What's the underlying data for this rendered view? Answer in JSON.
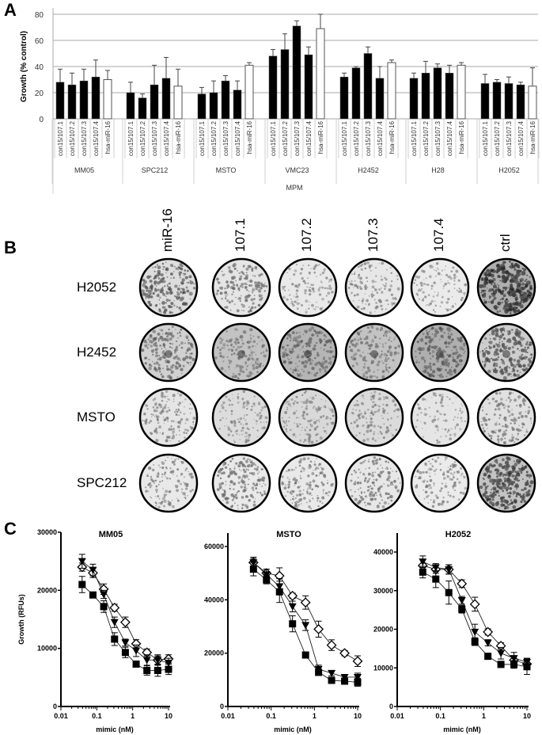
{
  "panels": {
    "a": {
      "letter": "A"
    },
    "b": {
      "letter": "B"
    },
    "c": {
      "letter": "C"
    }
  },
  "chart_data": [
    {
      "type": "bar",
      "panel": "A",
      "title": "",
      "ylabel": "Growth (% control)",
      "xlabel": "MPM",
      "ylim": [
        0,
        80
      ],
      "yticks": [
        0,
        20,
        40,
        60,
        80
      ],
      "grid": true,
      "groups": [
        {
          "name": "MM05",
          "categories": [
            "con15/107.1",
            "con15/107.2",
            "con15/107.3",
            "con15/107.4",
            "hsa-miR-16"
          ],
          "values": [
            28,
            26,
            29,
            32,
            30
          ],
          "errors": [
            10,
            9,
            9,
            13,
            7
          ]
        },
        {
          "name": "SPC212",
          "categories": [
            "con15/107.1",
            "con15/107.2",
            "con15/107.3",
            "con15/107.4",
            "hsa-miR-16"
          ],
          "values": [
            20,
            16,
            26,
            31,
            25
          ],
          "errors": [
            8,
            3,
            15,
            16,
            13
          ]
        },
        {
          "name": "MSTO",
          "categories": [
            "con15/107.1",
            "con15/107.2",
            "con15/107.3",
            "con15/107.4",
            "hsa-miR-16"
          ],
          "values": [
            19,
            20,
            29,
            22,
            41
          ],
          "errors": [
            5,
            9,
            4,
            7,
            2
          ]
        },
        {
          "name": "VMC23",
          "categories": [
            "con15/107.1",
            "con15/107.2",
            "con15/107.3",
            "con15/107.4",
            "hsa-miR-16"
          ],
          "values": [
            48,
            53,
            71,
            49,
            69
          ],
          "errors": [
            5,
            12,
            4,
            6,
            11
          ]
        },
        {
          "name": "H2452",
          "categories": [
            "con15/107.1",
            "con15/107.2",
            "con15/107.3",
            "con15/107.4",
            "hsa-miR-16"
          ],
          "values": [
            32,
            39,
            50,
            31,
            43
          ],
          "errors": [
            3,
            1,
            5,
            9,
            2
          ]
        },
        {
          "name": "H28",
          "categories": [
            "con15/107.1",
            "con15/107.2",
            "con15/107.3",
            "con15/107.4",
            "hsa-miR-16"
          ],
          "values": [
            31,
            35,
            39,
            35,
            41
          ],
          "errors": [
            4,
            9,
            3,
            6,
            2
          ]
        },
        {
          "name": "H2052",
          "categories": [
            "con15/107.1",
            "con15/107.2",
            "con15/107.3",
            "con15/107.4",
            "hsa-miR-16"
          ],
          "values": [
            27,
            28,
            27,
            26,
            25
          ],
          "errors": [
            7,
            2,
            5,
            2,
            14
          ]
        }
      ],
      "bar_colors": {
        "mimic": "#000000",
        "control": "#ffffff"
      }
    },
    {
      "type": "line",
      "panel": "C",
      "title": "MM05",
      "xlabel": "mimic (nM)",
      "ylabel": "Growth (RFUs)",
      "xscale": "log",
      "xlim": [
        0.01,
        10
      ],
      "xticks": [
        "0.01",
        "0.1",
        "1",
        "10"
      ],
      "ylim": [
        0,
        30000
      ],
      "yticks": [
        0,
        10000,
        20000,
        30000
      ],
      "x": [
        0.039,
        0.078,
        0.156,
        0.3125,
        0.625,
        1.25,
        2.5,
        5,
        10
      ],
      "series": [
        {
          "name": "open-diamond",
          "marker": "diamond-open",
          "values": [
            24000,
            23000,
            20200,
            17000,
            14500,
            10800,
            9300,
            8000,
            8200
          ],
          "errors": [
            700,
            800,
            900,
            600,
            900,
            700,
            600,
            700,
            700
          ]
        },
        {
          "name": "filled-triangle",
          "marker": "triangle-down",
          "values": [
            25000,
            23500,
            19300,
            14500,
            11000,
            9600,
            8000,
            8000,
            7500
          ],
          "errors": [
            1200,
            1000,
            700,
            900,
            600,
            1000,
            900,
            900,
            800
          ]
        },
        {
          "name": "filled-square",
          "marker": "square",
          "values": [
            21000,
            19200,
            17200,
            11600,
            9300,
            7300,
            6200,
            6200,
            6400
          ],
          "errors": [
            1400,
            500,
            1000,
            1100,
            900,
            500,
            800,
            1000,
            900
          ]
        }
      ]
    },
    {
      "type": "line",
      "panel": "C",
      "title": "MSTO",
      "xlabel": "mimic (nM)",
      "ylabel": "",
      "xscale": "log",
      "xlim": [
        0.01,
        10
      ],
      "xticks": [
        "0.01",
        "0.1",
        "1",
        "10"
      ],
      "ylim": [
        0,
        60000
      ],
      "yticks": [
        0,
        20000,
        40000,
        60000
      ],
      "x": [
        0.039,
        0.078,
        0.156,
        0.3125,
        0.625,
        1.25,
        2.5,
        5,
        10
      ],
      "series": [
        {
          "name": "open-diamond",
          "marker": "diamond-open",
          "values": [
            54000,
            50000,
            49000,
            41500,
            39000,
            29000,
            23000,
            20000,
            17000
          ],
          "errors": [
            1500,
            1500,
            3000,
            1000,
            2500,
            3000,
            2000,
            1000,
            2000
          ]
        },
        {
          "name": "filled-triangle",
          "marker": "triangle-down",
          "values": [
            54000,
            49500,
            45000,
            37500,
            30500,
            14000,
            12500,
            11000,
            11000
          ],
          "errors": [
            2000,
            2000,
            3000,
            2000,
            2000,
            1500,
            1000,
            1000,
            1500
          ]
        },
        {
          "name": "filled-square",
          "marker": "square",
          "values": [
            51500,
            47500,
            43000,
            31000,
            19300,
            12800,
            9800,
            9500,
            9100
          ],
          "errors": [
            2500,
            1500,
            4000,
            3000,
            800,
            1000,
            1000,
            1000,
            1500
          ]
        }
      ]
    },
    {
      "type": "line",
      "panel": "C",
      "title": "H2052",
      "xlabel": "mimic (nM)",
      "ylabel": "",
      "xscale": "log",
      "xlim": [
        0.01,
        10
      ],
      "xticks": [
        "0.01",
        "0.1",
        "1",
        "10"
      ],
      "ylim": [
        0,
        40000
      ],
      "yticks": [
        0,
        10000,
        20000,
        30000,
        40000
      ],
      "x": [
        0.039,
        0.078,
        0.156,
        0.3125,
        0.625,
        1.25,
        2.5,
        5,
        10
      ],
      "series": [
        {
          "name": "open-diamond",
          "marker": "diamond-open",
          "values": [
            36500,
            35500,
            35500,
            31800,
            26500,
            19300,
            15700,
            12000,
            11000
          ],
          "errors": [
            1500,
            1000,
            1200,
            1000,
            1800,
            800,
            800,
            1000,
            1000
          ]
        },
        {
          "name": "filled-triangle",
          "marker": "triangle-down",
          "values": [
            37500,
            36000,
            35500,
            27500,
            19300,
            16500,
            13800,
            12500,
            11500
          ],
          "errors": [
            1500,
            1000,
            1200,
            1000,
            2000,
            800,
            1500,
            1500,
            1000
          ]
        },
        {
          "name": "filled-square",
          "marker": "square",
          "values": [
            34800,
            33000,
            29500,
            25200,
            16800,
            13000,
            10900,
            10900,
            10300
          ],
          "errors": [
            1500,
            2200,
            3000,
            1000,
            1000,
            800,
            800,
            1000,
            2000
          ]
        }
      ]
    }
  ],
  "plates": {
    "columns": [
      "miR-16",
      "107.1",
      "107.2",
      "107.3",
      "107.4",
      "ctrl"
    ],
    "rows": [
      "H2052",
      "H2452",
      "MSTO",
      "SPC212"
    ],
    "density": [
      [
        0.55,
        0.4,
        0.22,
        0.25,
        0.2,
        0.8
      ],
      [
        0.45,
        0.35,
        0.45,
        0.35,
        0.5,
        0.6
      ],
      [
        0.3,
        0.22,
        0.28,
        0.25,
        0.15,
        0.35
      ],
      [
        0.28,
        0.4,
        0.3,
        0.35,
        0.25,
        0.7
      ]
    ],
    "background": [
      [
        0.12,
        0.08,
        0.06,
        0.07,
        0.05,
        0.35
      ],
      [
        0.18,
        0.25,
        0.32,
        0.25,
        0.35,
        0.2
      ],
      [
        0.08,
        0.12,
        0.14,
        0.13,
        0.08,
        0.1
      ],
      [
        0.06,
        0.06,
        0.06,
        0.07,
        0.05,
        0.25
      ]
    ]
  }
}
